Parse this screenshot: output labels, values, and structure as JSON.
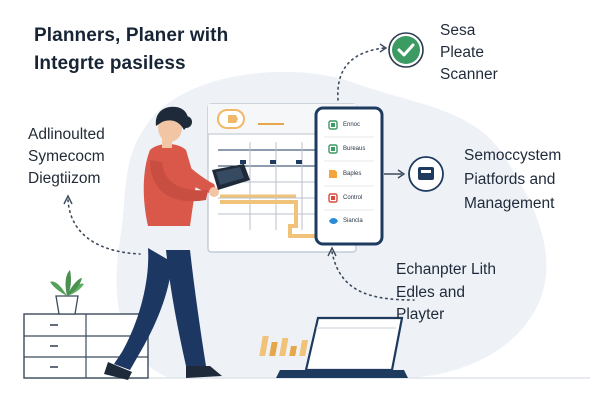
{
  "headline": {
    "line1": "Planners, Planer with",
    "line2": "Integrte pasiless"
  },
  "left_label": {
    "line1": "Adlinoulted",
    "line2": "Symecocm",
    "line3": "Diegtiizom"
  },
  "right_top_label": {
    "line1": "Sesa",
    "line2": "Pleate",
    "line3": "Scanner"
  },
  "right_mid_label": {
    "line1": "Semoccystem",
    "line2": "Piatfords and",
    "line3": "Management"
  },
  "right_bottom_label": {
    "line1": "Echanpter Lith",
    "line2": "Edles and",
    "line3": "Playter"
  },
  "panel_items": [
    {
      "label": "Ennoc",
      "icon": "green-square-icon"
    },
    {
      "label": "Bureaus",
      "icon": "green-square-icon"
    },
    {
      "label": "Baples",
      "icon": "orange-doc-icon"
    },
    {
      "label": "Control",
      "icon": "red-square-icon"
    },
    {
      "label": "Siancla",
      "icon": "blue-fish-icon"
    }
  ],
  "colors": {
    "navy": "#1e3a5f",
    "accent_orange": "#f0b868",
    "check_green": "#3c9a63",
    "shirt": "#d9584a",
    "pants": "#1d3763",
    "backdrop": "#eef2f7"
  }
}
